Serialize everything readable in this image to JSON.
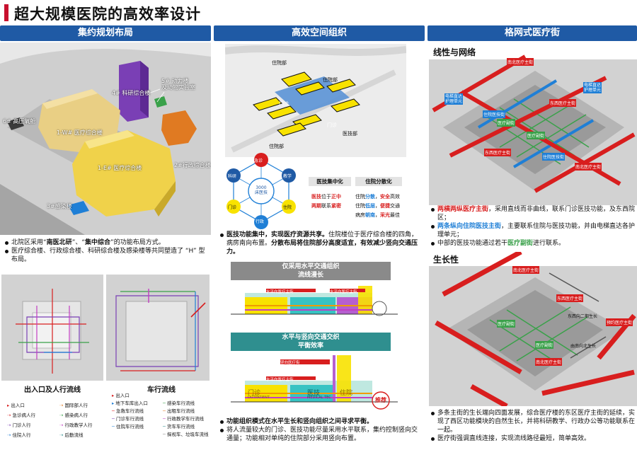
{
  "page": {
    "title": "超大规模医院的高效率设计"
  },
  "col1": {
    "header": "集约规划布局",
    "labels": {
      "b4": "4# 科研综合楼",
      "b5": "5# 动力楼\n及动物实验室",
      "b6": "6# 高压氧舱",
      "w": "1-W# 医疗综合楼",
      "e": "1-E# 医疗综合楼",
      "b2": "2#行政综合楼",
      "b3": "3#感染楼"
    },
    "bullets": [
      {
        "pre": "北院区采用“",
        "h1": "南医北研",
        "mid": "”、“",
        "h2": "集中综合",
        "post": "”的功能布局方式。"
      },
      {
        "pre": "医疗综合楼、行政综合楼、科研综合楼及感染楼等共同塑造了 “H” 型布局。"
      }
    ],
    "cap_left": "出入口及人行流线",
    "cap_right": "车行流线",
    "legend_left": [
      "出入口",
      "急诊病人行",
      "门诊人行",
      "住院人行",
      "国际部人行",
      "感染病人行",
      "行政教学人行",
      "后勤流线"
    ],
    "legend_right": [
      "出入口",
      "地下车库出入口",
      "急救车行流线",
      "门诊车行流线",
      "住院车行流线",
      "感染车行流线",
      "出租车行流线",
      "行政教学车行流线",
      "货车车行流线",
      "探视车、垃圾车流线"
    ]
  },
  "col2": {
    "header": "高效空间组织",
    "labels": {
      "zy1": "住院部",
      "zy2": "住院部",
      "zy3": "住院部",
      "yj": "医技部",
      "mz1": "门诊",
      "mz2": "门诊"
    },
    "hex": {
      "center": "3000\n床医技",
      "n1": "急诊",
      "n2": "教学",
      "n3": "住院",
      "n4": "行政",
      "n5": "门诊",
      "n6": "科研"
    },
    "tags": {
      "t1": "医技集中化",
      "t2": "住院分散化"
    },
    "notes": {
      "l1a": "医技",
      "l1b": "位于",
      "l1c": "正中",
      "l2a": "两期",
      "l2b": "联系",
      "l2c": "紧密",
      "r1a": "住院",
      "r1b": "分散",
      "r1c": "，",
      "r1d": "安全",
      "r1e": "高效",
      "r2a": "住院",
      "r2b": "低层",
      "r2c": "，",
      "r2d": "便捷",
      "r2e": "交通",
      "r3a": "病房",
      "r3b": "朝南",
      "r3c": "，",
      "r3d": "采光",
      "r3e": "最佳"
    },
    "bullet": {
      "b": "医技功能集中，实现医疗资源共享。",
      "t": "住院楼位于医疗综合楼的四角，病房南向布置。",
      "b2": "分散布局将住院部分高度适宜，有效减少竖向交通压力。"
    },
    "box1": {
      "l1": "仅采用水平交通组织",
      "l2": "流线漫长"
    },
    "box2": {
      "l1": "水平与竖向交通交织",
      "l2": "平衡效率"
    },
    "sec": {
      "s1": "水平向医疗主街",
      "s2": "水平向医疗主街",
      "s3": "竖向医疗街",
      "mz": "门诊",
      "yj": "医技",
      "zy": "住院",
      "mz_en": "OUTPATIENT",
      "yj_en": "MEDICAL TEC",
      "tj": "推荐"
    },
    "bullets2": [
      {
        "b": "功能组织模式在水平生长和竖向组织之间寻求平衡。"
      },
      {
        "t": "将人流量较大的门诊、医技功能尽量采用水平联系，集约控制竖向交通量；功能相对单纯的住院部分采用竖向布置。"
      }
    ]
  },
  "col3": {
    "header": "格网式医疗街",
    "sub1": "线性与网络",
    "sub2": "生长性",
    "tags1": {
      "a": "南北医疗主街",
      "b": "电梯直达\n护理单元",
      "c": "电梯直达\n护理单元",
      "d": "东西医疗主街",
      "e": "住院医技街",
      "f": "医疗副街",
      "g": "医疗副街",
      "h": "东西医疗主街",
      "i": "住院医技街",
      "j": "南北医疗主街"
    },
    "tags2": {
      "a": "南北医疗主街",
      "b": "东西医疗主街",
      "c": "东西向二期生长",
      "d": "医疗副街",
      "e": "医疗副街",
      "f": "南北医疗主街",
      "g": "由南向北生长",
      "h": "预约医疗主街"
    },
    "bullets1": [
      {
        "h": "两横两纵医疗主街",
        "t": "，采用直线而非曲线，联系门诊医技功能，及东西院区；"
      },
      {
        "h": "两条纵向住院医技主街",
        "t": "，主要联系住院与医技功能，并由电梯直达各护理单元；"
      },
      {
        "t1": "中部的医技功能通过若干",
        "h": "医疗副街",
        "t2": "进行联系。"
      }
    ],
    "bullets2": [
      {
        "t": "多条主街的生长端向四面发展，综合医疗楼的东区医疗主街的延续，实现了西区功能模块的自然生长，并将科研教学、行政办公等功能联系在一起。"
      },
      {
        "t": "医疗街强调直线连接，实现流线路径最短，简单高效。"
      }
    ]
  },
  "colors": {
    "header": "#1f5aa5",
    "accent": "#c8102e",
    "yellow": "#f0d24a",
    "purple": "#7a3fb5",
    "orange": "#e07a22",
    "green": "#3aa14a",
    "blue": "#1f7fd6",
    "red": "#d81e1e",
    "teal": "#2f8f8f"
  }
}
